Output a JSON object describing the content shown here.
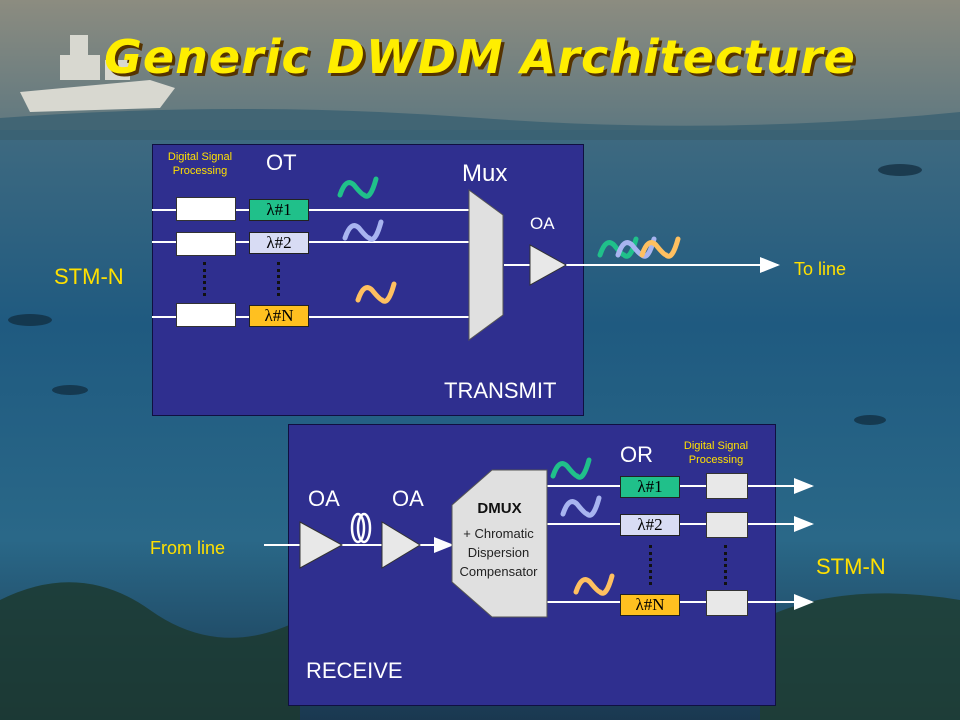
{
  "title": "Generic DWDM Architecture",
  "transmit": {
    "dsp_label": "Digital Signal Processing",
    "ot_label": "OT",
    "mux_label": "Mux",
    "oa_label": "OA",
    "section_label": "TRANSMIT",
    "channels": [
      "λ#1",
      "λ#2",
      "λ#N"
    ]
  },
  "receive": {
    "oa1_label": "OA",
    "oa2_label": "OA",
    "dmux_title": "DMUX",
    "dmux_sub": "+ Chromatic Dispersion Compensator",
    "or_label": "OR",
    "dsp_label": "Digital Signal Processing",
    "section_label": "RECEIVE",
    "channels": [
      "λ#1",
      "λ#2",
      "λ#N"
    ]
  },
  "external": {
    "stm_in": "STM-N",
    "to_line": "To line",
    "from_line": "From line",
    "stm_out": "STM-N"
  },
  "colors": {
    "channel1": "#20c08a",
    "channel2": "#a8b4f0",
    "channelN": "#ffc060",
    "panel": "#2f2f8f",
    "title": "#ffee00"
  }
}
